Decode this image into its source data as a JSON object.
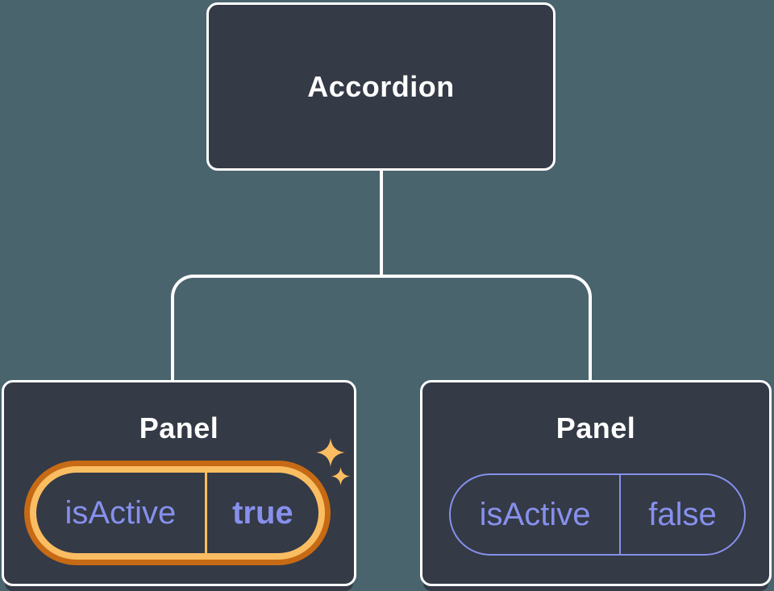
{
  "diagram": {
    "description": "Component tree: parent component holding state shared by two child panels",
    "root": {
      "title": "Accordion"
    },
    "panels": [
      {
        "title": "Panel",
        "prop_name": "isActive",
        "prop_value": "true",
        "highlighted": true
      },
      {
        "title": "Panel",
        "prop_name": "isActive",
        "prop_value": "false",
        "highlighted": false
      }
    ]
  },
  "icons": {
    "sparkle_big": "four-point-star",
    "sparkle_small": "four-point-star"
  },
  "colors": {
    "background": "#4A646E",
    "node_fill": "#343A46",
    "node_border": "#FFFFFF",
    "connector": "#FFFFFF",
    "title_text": "#FFFFFF",
    "prop_purple": "#8790EC",
    "highlight_orange_dark": "#C76A15",
    "highlight_orange_light": "#FABD62"
  }
}
